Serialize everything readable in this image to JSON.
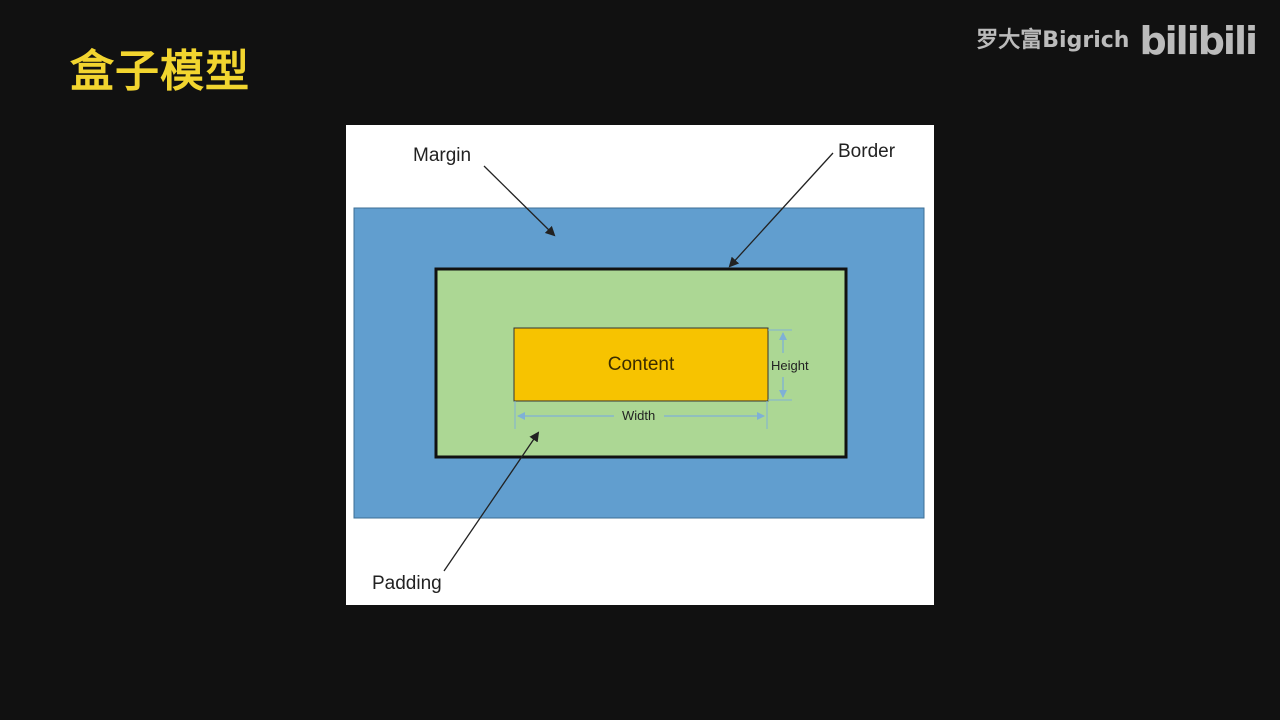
{
  "slide": {
    "title": "盒子模型"
  },
  "watermark": {
    "author": "罗大富Bigrich",
    "logo": "bilibili"
  },
  "diagram": {
    "labels": {
      "margin": "Margin",
      "border": "Border",
      "padding": "Padding",
      "content": "Content",
      "height": "Height",
      "width": "Width"
    },
    "colors": {
      "margin": "#619ecf",
      "padding": "#acd794",
      "content": "#f7c300",
      "border": "#111111",
      "dimension": "#7fb0d6"
    }
  }
}
